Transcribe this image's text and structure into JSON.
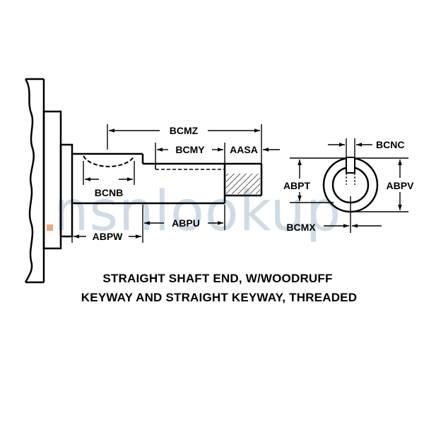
{
  "dimensions": {
    "overall_length": "BCMZ",
    "straight_keyway_length": "BCMY",
    "thread_length": "AASA",
    "woodruff_keyway": "BCNB",
    "shaft_step_length": "ABPW",
    "straight_length": "ABPU",
    "keyway_width": "BCNC",
    "keyway_depth": "ABPT",
    "shaft_diameter": "ABPV",
    "keyway_offset": "BCMX"
  },
  "caption": {
    "line1": "STRAIGHT SHAFT END, W/WOODRUFF",
    "line2": "KEYWAY AND STRAIGHT KEYWAY, THREADED"
  },
  "watermark": {
    "text": "nsnlookup",
    "color": "#a9bfd3",
    "accent": "#f4a582"
  }
}
